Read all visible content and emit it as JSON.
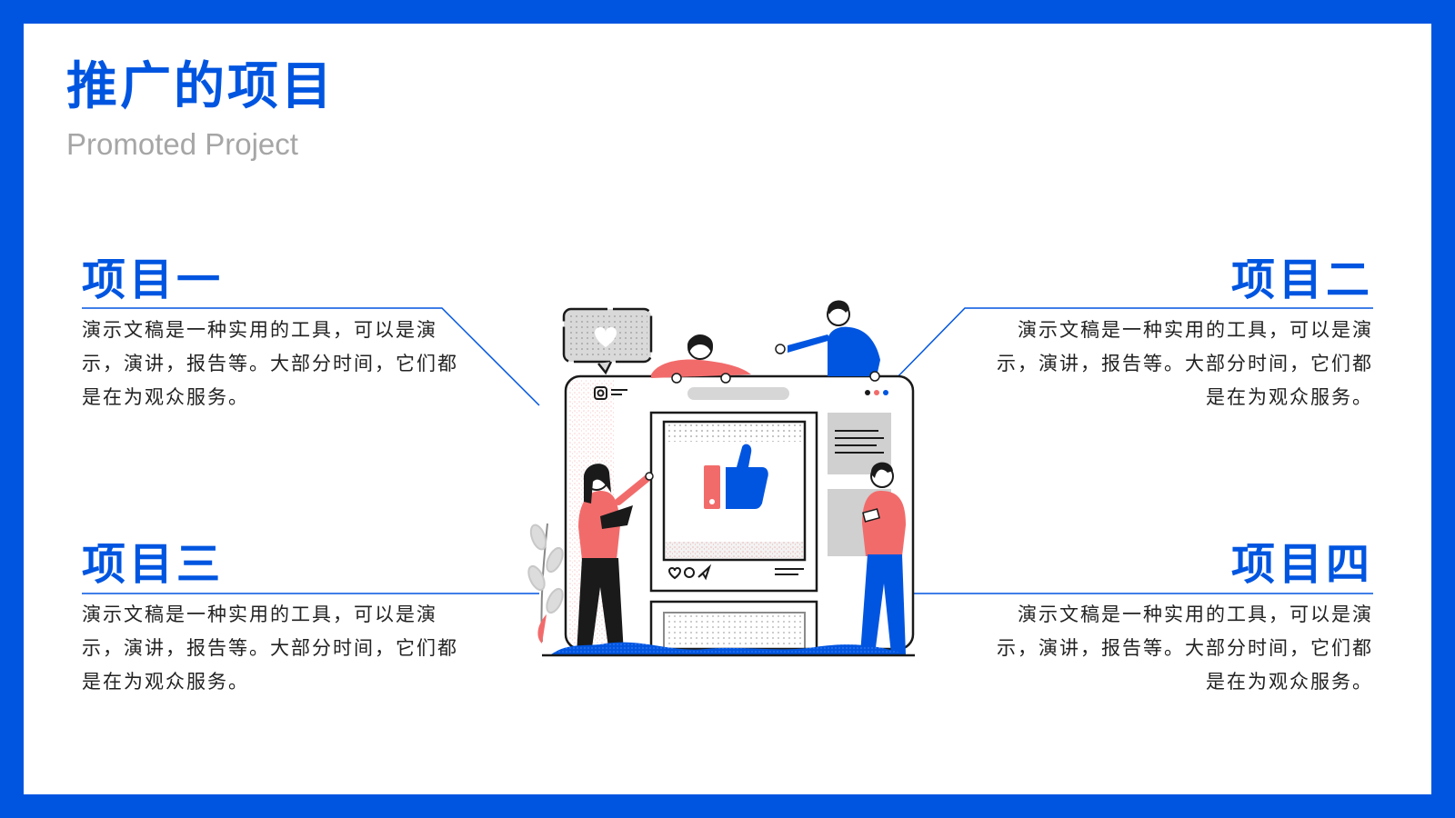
{
  "header": {
    "title": "推广的项目",
    "subtitle": "Promoted Project"
  },
  "items": [
    {
      "title": "项目一",
      "desc": "演示文稿是一种实用的工具，可以是演示，演讲，报告等。大部分时间，它们都是在为观众服务。"
    },
    {
      "title": "项目二",
      "desc": "演示文稿是一种实用的工具，可以是演示，演讲，报告等。大部分时间，它们都是在为观众服务。"
    },
    {
      "title": "项目三",
      "desc": "演示文稿是一种实用的工具，可以是演示，演讲，报告等。大部分时间，它们都是在为观众服务。"
    },
    {
      "title": "项目四",
      "desc": "演示文稿是一种实用的工具，可以是演示，演讲，报告等。大部分时间，它们都是在为观众服务。"
    }
  ],
  "colors": {
    "accent": "#0055e0",
    "coral": "#f26b6b",
    "subtitle_gray": "#a6a6a6",
    "text": "#222222"
  },
  "icons": [
    "heart-icon",
    "thumbs-up-icon",
    "instagram-icon",
    "send-icon",
    "comment-icon",
    "leaf-icon"
  ]
}
